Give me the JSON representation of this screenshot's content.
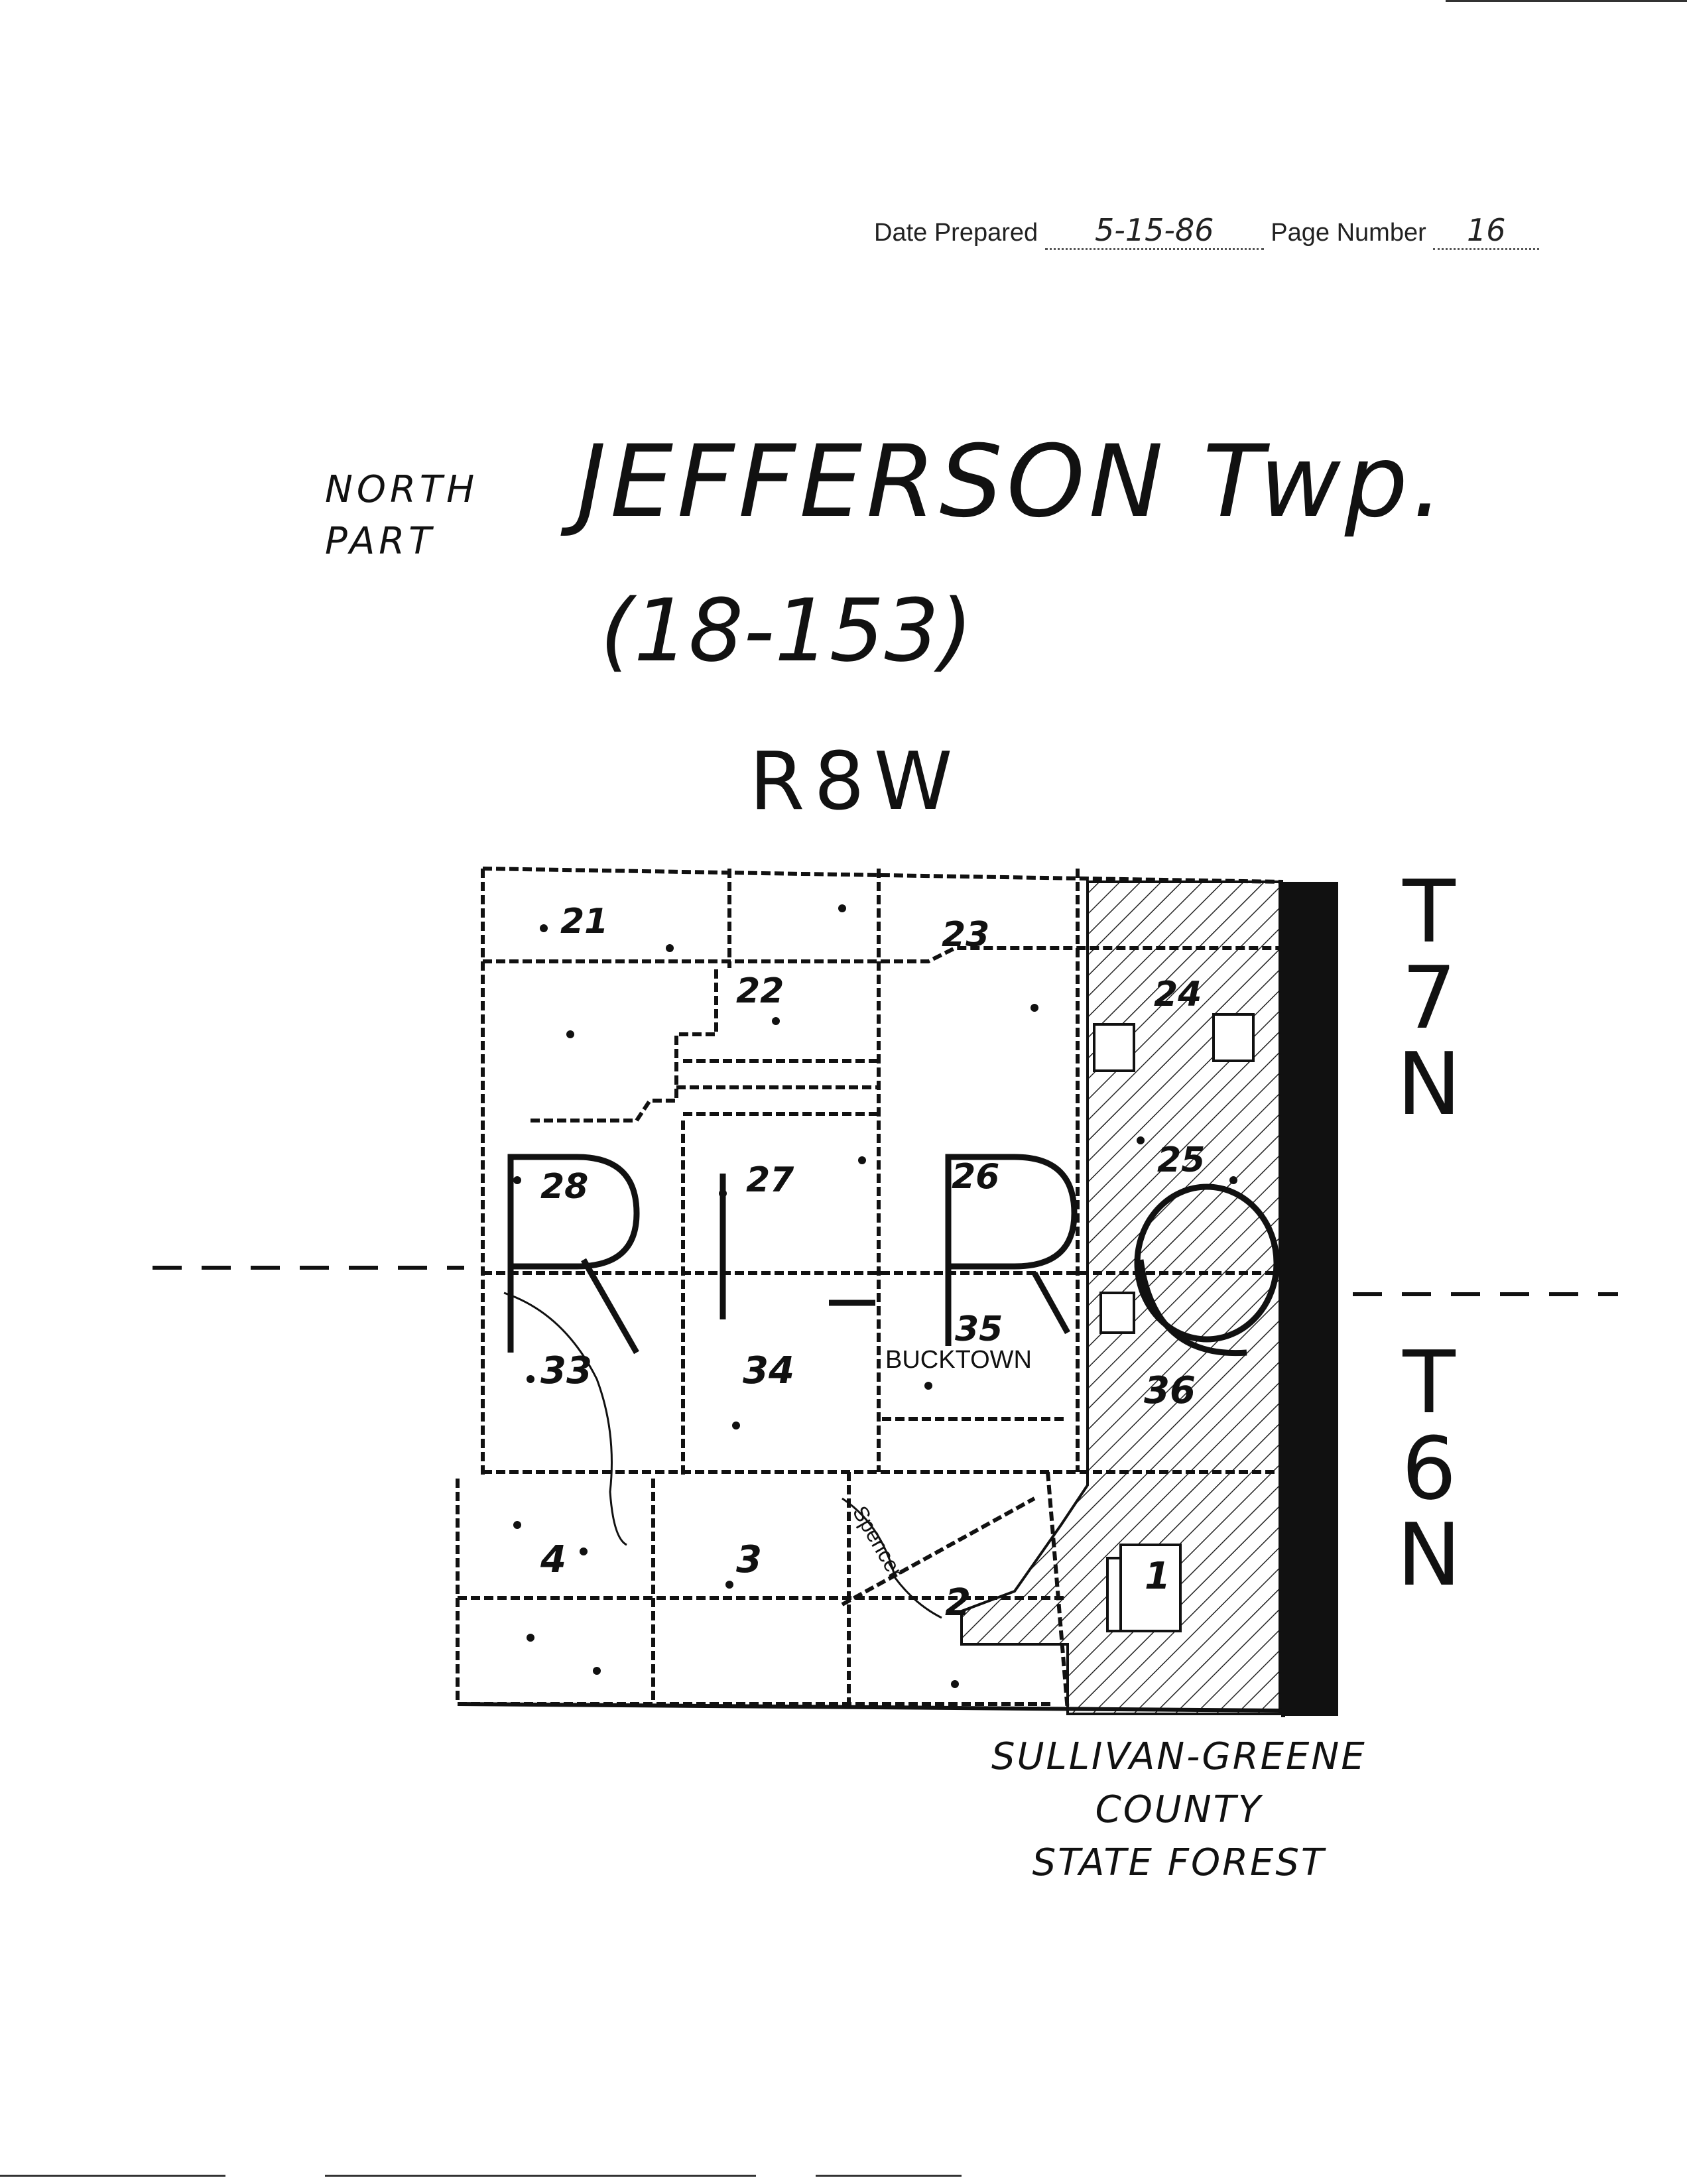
{
  "header": {
    "date_label": "Date Prepared",
    "date_value": "5-15-86",
    "page_label": "Page Number",
    "page_value": "16"
  },
  "title": {
    "part": [
      "NORTH",
      "PART"
    ],
    "township": "JEFFERSON Twp.",
    "code": "(18-153)",
    "range": "R8W"
  },
  "townships": {
    "upper": [
      "T",
      "7",
      "N"
    ],
    "lower": [
      "T",
      "6",
      "N"
    ]
  },
  "map": {
    "sections": [
      "21",
      "22",
      "23",
      "24",
      "28",
      "27",
      "26",
      "25",
      "33",
      "34",
      "35",
      "36",
      "4",
      "3",
      "2",
      "1"
    ],
    "place_name": "BUCKTOWN",
    "creek_name": "Spencer",
    "colors": {
      "ink": "#111111",
      "paper": "#ffffff",
      "hatch": "#222222"
    }
  },
  "forest": [
    "SULLIVAN-GREENE",
    "COUNTY",
    "STATE FOREST"
  ]
}
